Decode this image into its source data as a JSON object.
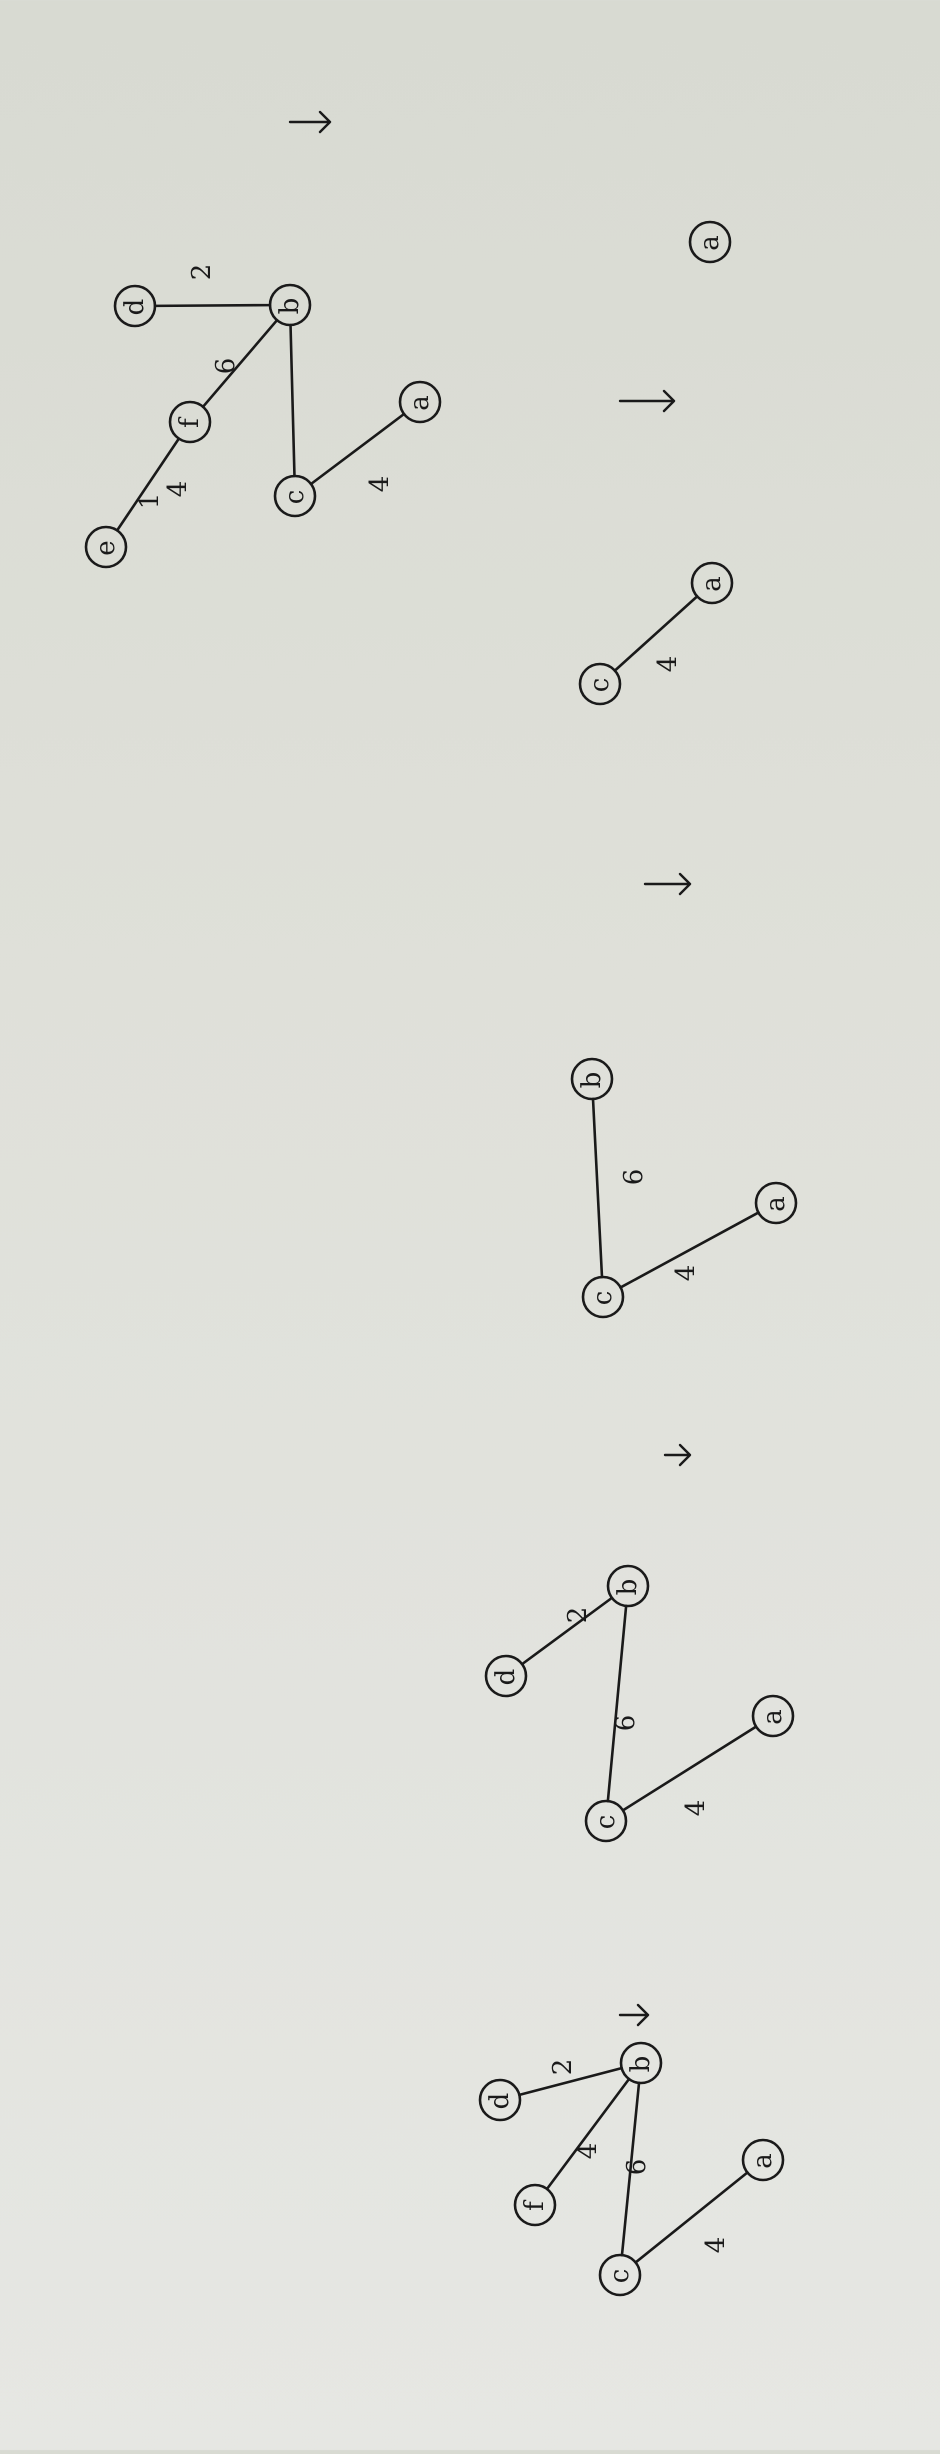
{
  "steps": [
    {
      "nodes": [
        {
          "label": "a"
        }
      ],
      "edges": []
    },
    {
      "nodes": [
        {
          "label": "a"
        },
        {
          "label": "c"
        }
      ],
      "edges": [
        {
          "from": "a",
          "to": "c",
          "label": "4"
        }
      ]
    },
    {
      "nodes": [
        {
          "label": "a"
        },
        {
          "label": "c"
        },
        {
          "label": "b"
        }
      ],
      "edges": [
        {
          "from": "a",
          "to": "c",
          "label": "4"
        },
        {
          "from": "c",
          "to": "b",
          "label": "6"
        }
      ]
    },
    {
      "nodes": [
        {
          "label": "a"
        },
        {
          "label": "c"
        },
        {
          "label": "b"
        },
        {
          "label": "d"
        }
      ],
      "edges": [
        {
          "from": "a",
          "to": "c",
          "label": "4"
        },
        {
          "from": "c",
          "to": "b",
          "label": "6"
        },
        {
          "from": "b",
          "to": "d",
          "label": "2"
        }
      ]
    },
    {
      "nodes": [
        {
          "label": "a"
        },
        {
          "label": "c"
        },
        {
          "label": "b"
        },
        {
          "label": "d"
        },
        {
          "label": "f"
        }
      ],
      "edges": [
        {
          "from": "a",
          "to": "c",
          "label": "4"
        },
        {
          "from": "c",
          "to": "b",
          "label": "6"
        },
        {
          "from": "b",
          "to": "d",
          "label": "2"
        },
        {
          "from": "b",
          "to": "f",
          "label": "4"
        }
      ]
    },
    {
      "nodes": [
        {
          "label": "a"
        },
        {
          "label": "c"
        },
        {
          "label": "b"
        },
        {
          "label": "d"
        },
        {
          "label": "f"
        },
        {
          "label": "e"
        }
      ],
      "edges": [
        {
          "from": "a",
          "to": "c",
          "label": "4"
        },
        {
          "from": "c",
          "to": "b",
          "label": "6"
        },
        {
          "from": "b",
          "to": "d",
          "label": "2"
        },
        {
          "from": "b",
          "to": "f",
          "label": "4"
        },
        {
          "from": "f",
          "to": "e",
          "label": "1"
        }
      ]
    }
  ]
}
